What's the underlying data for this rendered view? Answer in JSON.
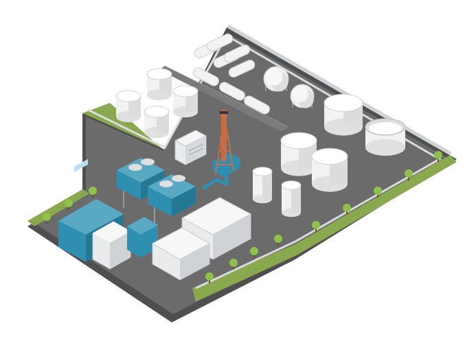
{
  "scene": {
    "subject": "isometric-industrial-plant",
    "colors": {
      "background": "#ffffff",
      "ground": "#5a5a5a",
      "ground_top": "#6b6b6b",
      "road_edge": "#4a4a4a",
      "wall": "#cfd3d6",
      "grass": "#8aa84e",
      "grass_side": "#6f8a3a",
      "tree": "#8fc04a",
      "tank_light": "#f2f2f2",
      "tank_shade": "#d5d5d5",
      "building_blue": "#2f8fb0",
      "building_white": "#e9ebec",
      "tower_orange": "#c96b45"
    },
    "objects": {
      "fenced_pad": "ground-pad",
      "storage_tanks": "storage-tank",
      "spherical_tanks": "spherical-tank",
      "horizontal_tanks": "horizontal-tank",
      "tank_cars": "tank-car",
      "flare_tower": "flare-tower",
      "cooling_units": "cooling-unit",
      "office_building": "office-building",
      "warehouse": "warehouse",
      "control_building": "control-building",
      "trees": "tree"
    }
  }
}
